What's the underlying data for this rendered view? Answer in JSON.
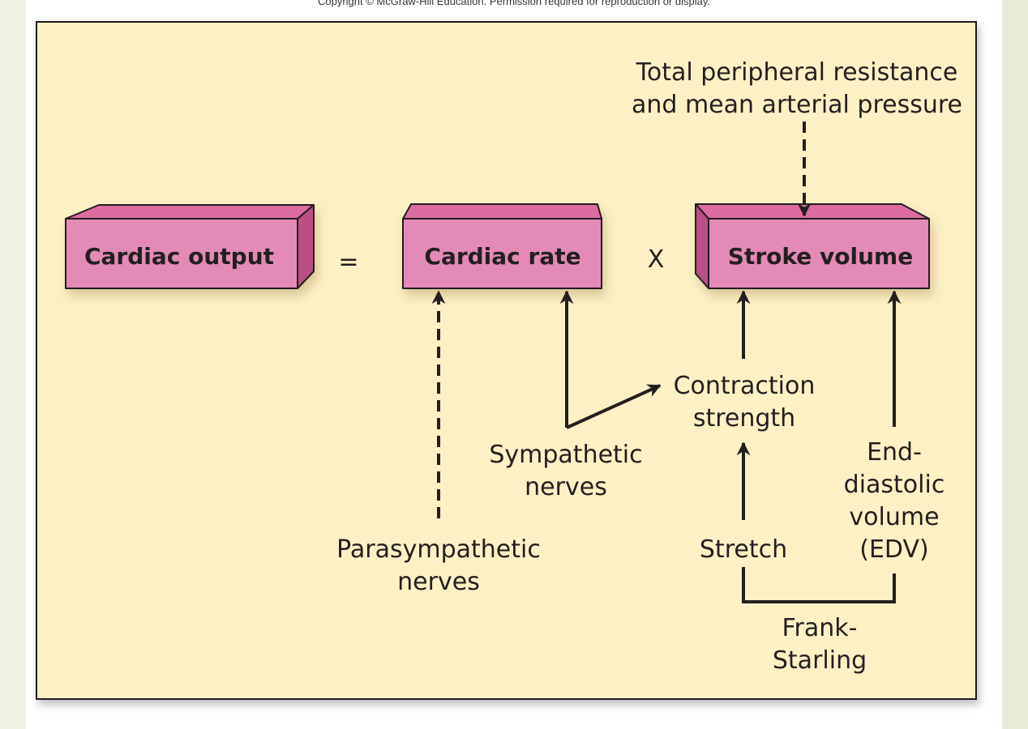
{
  "copyright": "Copyright © McGraw-Hill Education. Permission required for reproduction or display.",
  "colors": {
    "background": "#fcf0c4",
    "box_front": "#e48ab6",
    "box_top": "#dc6ca0",
    "box_side": "#b94f82",
    "ink": "#231f20"
  },
  "boxes": {
    "cardiac_output": "Cardiac output",
    "cardiac_rate": "Cardiac rate",
    "stroke_volume": "Stroke volume"
  },
  "operators": {
    "equals": "=",
    "times": "X"
  },
  "labels": {
    "tpr_line1": "Total peripheral resistance",
    "tpr_line2": "and mean arterial pressure",
    "contraction_line1": "Contraction",
    "contraction_line2": "strength",
    "sympathetic_line1": "Sympathetic",
    "sympathetic_line2": "nerves",
    "parasympathetic_line1": "Parasympathetic",
    "parasympathetic_line2": "nerves",
    "stretch": "Stretch",
    "edv_line1": "End-",
    "edv_line2": "diastolic",
    "edv_line3": "volume",
    "edv_line4": "(EDV)",
    "frank_line1": "Frank-",
    "frank_line2": "Starling"
  }
}
